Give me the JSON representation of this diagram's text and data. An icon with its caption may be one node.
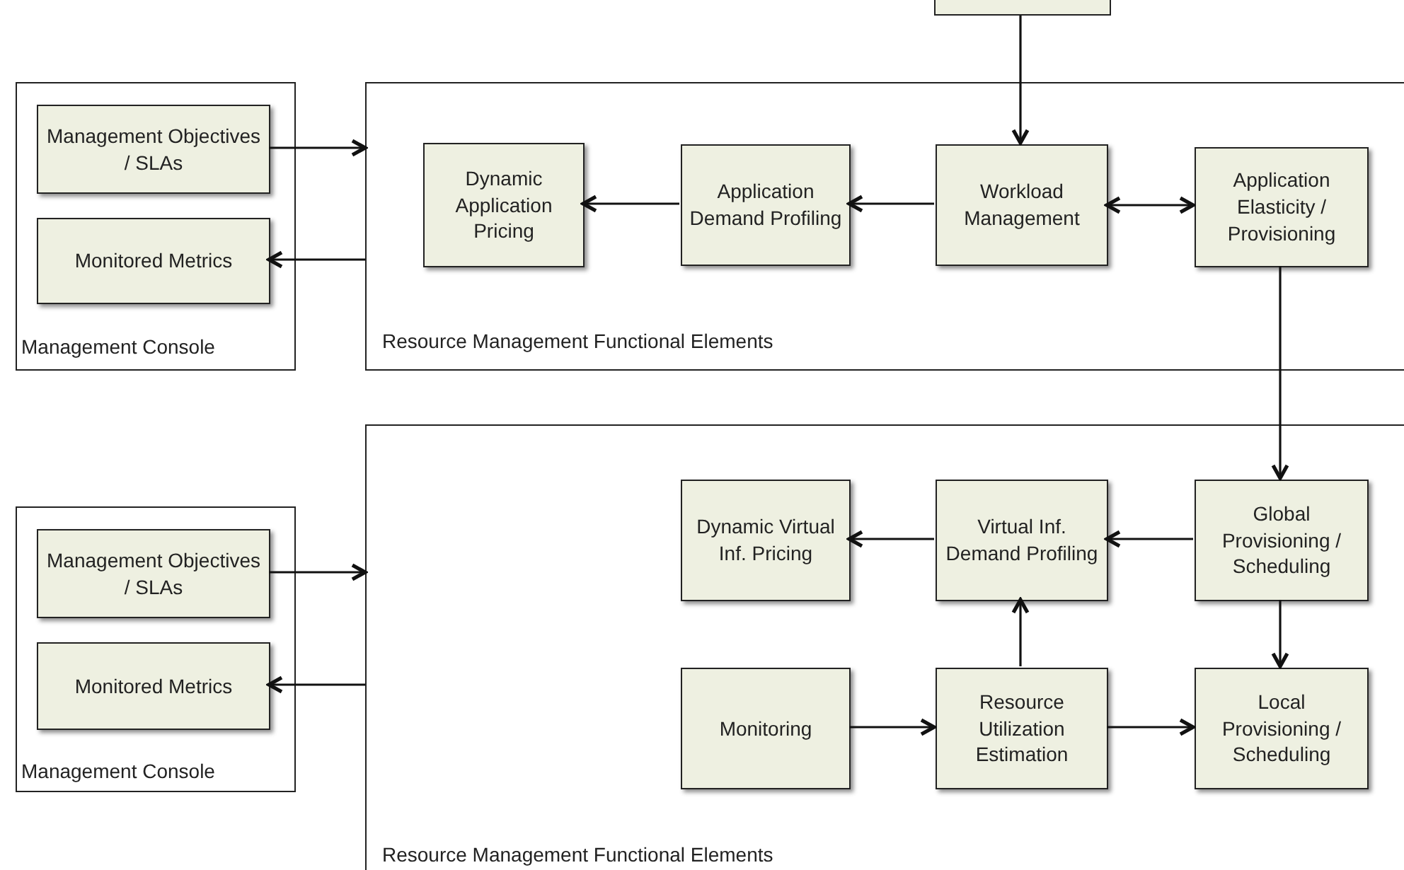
{
  "diagram": {
    "nodes": [
      {
        "text": [
          "Management Console"
        ]
      },
      {
        "text": [
          "Management Objectives / SLAs"
        ],
        "in": 0
      },
      {
        "text": [
          "Monitored Metrics"
        ],
        "in": 0
      },
      {
        "text": [
          "Resource Management Functional Elements"
        ]
      },
      {
        "text": [
          "Dynamic Application Pricing"
        ],
        "in": 3
      },
      {
        "text": [
          "Application Demand Profiling"
        ],
        "in": 3
      },
      {
        "text": [
          "Workload Management"
        ],
        "in": 3
      },
      {
        "text": [
          "Application Elasticity / Provisioning"
        ],
        "in": 3
      },
      {
        "text": [],
        "shape": "box"
      },
      {
        "text": [
          "Management Console"
        ]
      },
      {
        "text": [
          "Management Objectives / SLAs"
        ],
        "in": 9
      },
      {
        "text": [
          "Monitored Metrics"
        ],
        "in": 9
      },
      {
        "text": [
          "Resource Management Functional Elements"
        ]
      },
      {
        "text": [
          "Dynamic Virtual Inf. Pricing"
        ],
        "in": 12
      },
      {
        "text": [
          "Virtual Inf. Demand Profiling"
        ],
        "in": 12
      },
      {
        "text": [
          "Global Provisioning / Scheduling"
        ],
        "in": 12
      },
      {
        "text": [
          "Monitoring"
        ],
        "in": 12
      },
      {
        "text": [
          "Resource Utilization Estimation"
        ],
        "in": 12
      },
      {
        "text": [
          "Local Provisioning / Scheduling"
        ],
        "in": 12
      }
    ],
    "edges": [
      {
        "from": 1,
        "to": 3,
        "arrow": "to"
      },
      {
        "from": 3,
        "to": 2,
        "arrow": "to"
      },
      {
        "from": 8,
        "to": 6,
        "arrow": "to"
      },
      {
        "from": 6,
        "to": 5,
        "arrow": "to"
      },
      {
        "from": 5,
        "to": 4,
        "arrow": "to"
      },
      {
        "from": 6,
        "to": 7,
        "arrow": "both"
      },
      {
        "from": 7,
        "to": 15,
        "arrow": "to"
      },
      {
        "from": 10,
        "to": 12,
        "arrow": "to"
      },
      {
        "from": 12,
        "to": 11,
        "arrow": "to"
      },
      {
        "from": 15,
        "to": 14,
        "arrow": "to"
      },
      {
        "from": 14,
        "to": 13,
        "arrow": "to"
      },
      {
        "from": 15,
        "to": 18,
        "arrow": "to"
      },
      {
        "from": 16,
        "to": 17,
        "arrow": "to"
      },
      {
        "from": 17,
        "to": 14,
        "arrow": "to"
      },
      {
        "from": 17,
        "to": 18,
        "arrow": "to"
      }
    ]
  }
}
